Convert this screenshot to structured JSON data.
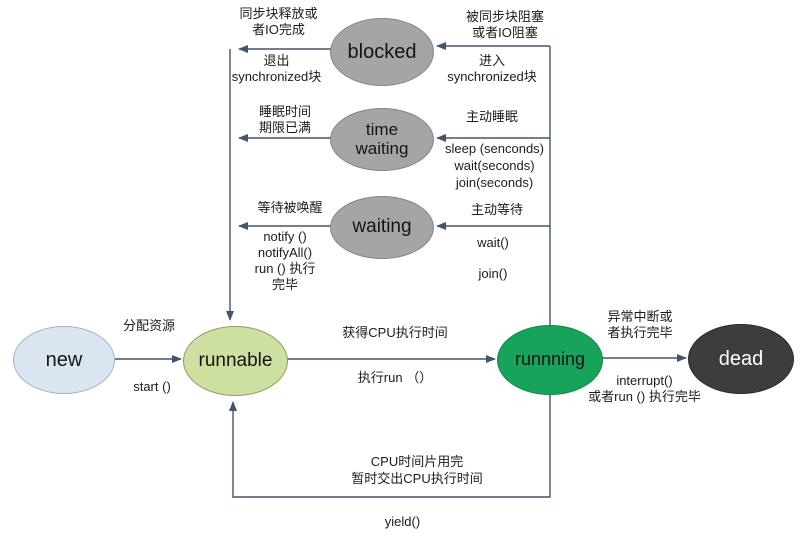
{
  "diagram_type": "state-transition-diagram",
  "states": {
    "new": {
      "label": "new",
      "fill": "#dbe5f1"
    },
    "runnable": {
      "label": "runnable",
      "fill": "#cde09f"
    },
    "running": {
      "label": "runnning",
      "fill": "#18a35a"
    },
    "dead": {
      "label": "dead",
      "fill": "#3d3d3f"
    },
    "blocked": {
      "label": "blocked",
      "fill": "#a5a5a5"
    },
    "time_waiting": {
      "label": "time\nwaiting",
      "fill": "#a5a5a5"
    },
    "waiting": {
      "label": "waiting",
      "fill": "#a5a5a5"
    }
  },
  "edge_labels": {
    "sync_release": "同步块释放或\n者IO完成",
    "exit_synchronized": "退出\nsynchronized块",
    "blocked_by_sync": "被同步块阻塞\n或者IO阻塞",
    "enter_synchronized": "进入\nsynchronized块",
    "sleep_time_expired": "睡眠时间\n期限已满",
    "active_sleep": "主动睡眠",
    "sleep_methods": "sleep (senconds)\nwait(seconds)\njoin(seconds)",
    "wait_to_be_woken": "等待被唤醒",
    "notify_methods": "notify ()\nnotifyAll()\nrun () 执行\n完毕",
    "active_wait": "主动等待",
    "wait_call": "wait()",
    "join_call": "join()",
    "allocate_resource": "分配资源",
    "start_call": "start ()",
    "gain_cpu_time": "获得CPU执行时间",
    "execute_run": "执行run （）",
    "abnormal_interrupt": "异常中断或\n者执行完毕",
    "interrupt_or_run_done": "interrupt()\n或者run () 执行完毕",
    "cpu_slice_used": "CPU时间片用完\n暂时交出CPU执行时间",
    "yield_call": "yield()"
  },
  "colors": {
    "connector_line": "#44546a",
    "text": "#1c1c1c",
    "dead_text": "#ffffff",
    "background": "#ffffff"
  }
}
